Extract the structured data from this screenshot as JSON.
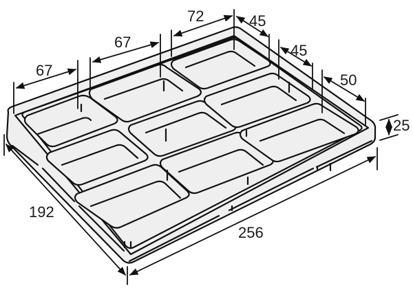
{
  "diagram": {
    "subject": "compartment tray (3 x 3 cells)",
    "colors": {
      "line": "#111111",
      "fill": "#efefef",
      "background": "#ffffff"
    },
    "dimensions": {
      "back_edge": [
        {
          "id": "dim-back-1",
          "label": "67"
        },
        {
          "id": "dim-back-2",
          "label": "67"
        },
        {
          "id": "dim-back-3",
          "label": "72"
        }
      ],
      "right_edge": [
        {
          "id": "dim-right-1",
          "label": "45"
        },
        {
          "id": "dim-right-2",
          "label": "45"
        },
        {
          "id": "dim-right-3",
          "label": "50"
        }
      ],
      "height": {
        "label": "25"
      },
      "depth": {
        "label": "192"
      },
      "width": {
        "label": "256"
      }
    }
  }
}
